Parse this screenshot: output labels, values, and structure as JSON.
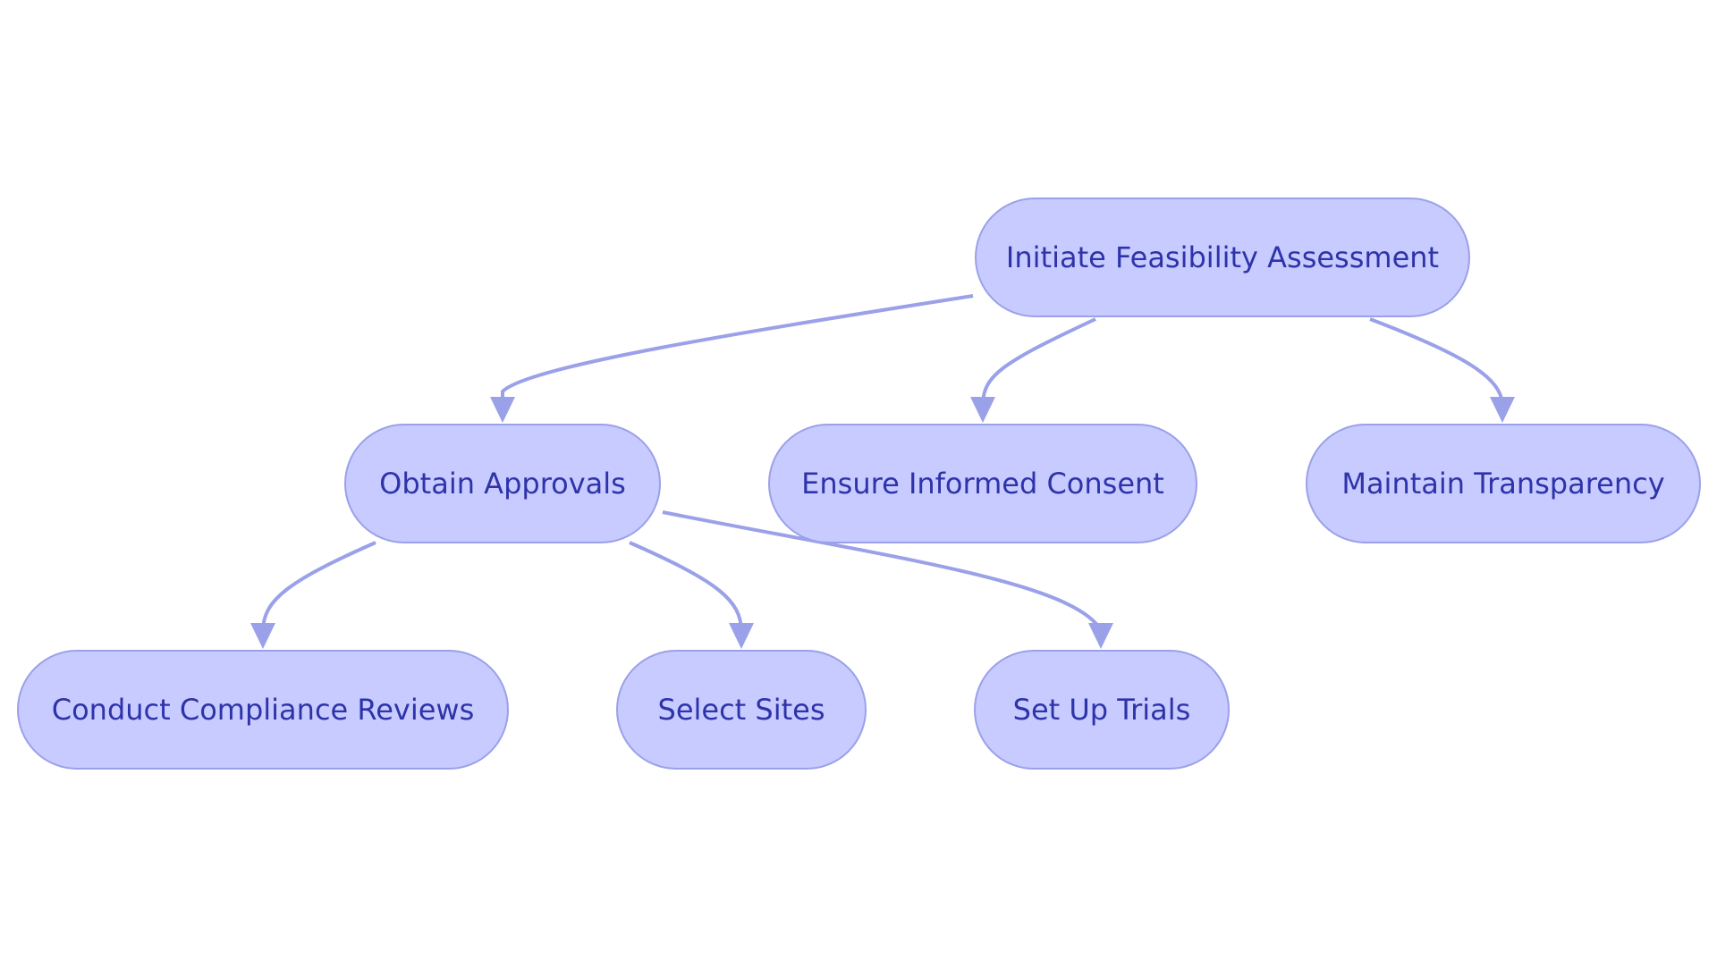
{
  "diagram": {
    "colors": {
      "node_fill": "#c7cbff",
      "node_border": "#9aa1e8",
      "node_text": "#2e33a9",
      "edge": "#9aa1e8"
    },
    "nodes": {
      "root": "Initiate Feasibility Assessment",
      "approvals": "Obtain Approvals",
      "consent": "Ensure Informed Consent",
      "transparency": "Maintain Transparency",
      "compliance": "Conduct Compliance Reviews",
      "sites": "Select Sites",
      "trials": "Set Up Trials"
    },
    "edges": [
      {
        "from": "Initiate Feasibility Assessment",
        "to": "Obtain Approvals"
      },
      {
        "from": "Initiate Feasibility Assessment",
        "to": "Ensure Informed Consent"
      },
      {
        "from": "Initiate Feasibility Assessment",
        "to": "Maintain Transparency"
      },
      {
        "from": "Obtain Approvals",
        "to": "Conduct Compliance Reviews"
      },
      {
        "from": "Obtain Approvals",
        "to": "Select Sites"
      },
      {
        "from": "Obtain Approvals",
        "to": "Set Up Trials"
      }
    ]
  }
}
